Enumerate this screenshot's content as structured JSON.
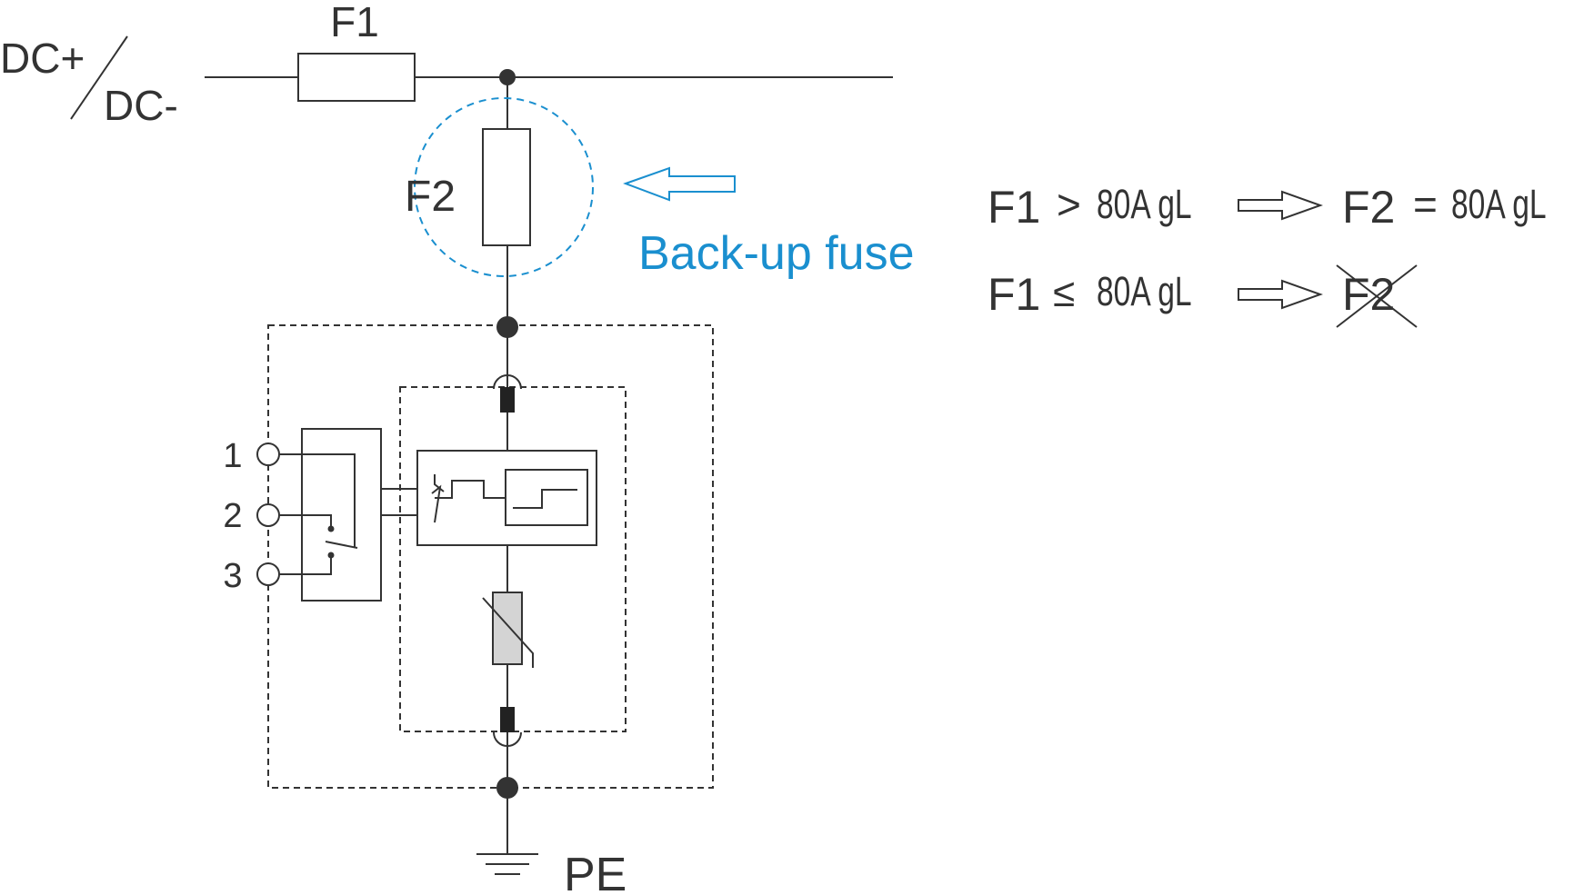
{
  "colors": {
    "line": "#333333",
    "accent": "#1a8fcf",
    "varistor_fill": "#d4d4d4",
    "background": "#ffffff"
  },
  "labels": {
    "dc_plus": "DC+",
    "dc_minus": "DC-",
    "fuse_f1": "F1",
    "fuse_f2": "F2",
    "backup_fuse": "Back-up fuse",
    "pe": "PE",
    "terminal_1": "1",
    "terminal_2": "2",
    "terminal_3": "3"
  },
  "rules": [
    {
      "left_fuse": "F1",
      "operator": ">",
      "left_rating": "80A gL",
      "result_fuse": "F2",
      "result_operator": "=",
      "result_rating": "80A gL",
      "result_crossed": false
    },
    {
      "left_fuse": "F1",
      "operator": "≤",
      "left_rating": "80A gL",
      "result_fuse": "F2",
      "result_operator": "",
      "result_rating": "",
      "result_crossed": true
    }
  ],
  "icons": {
    "f2_pointer": "arrow-left-icon",
    "implies": "implies-arrow-icon",
    "ground": "ground-icon",
    "not_required": "cross-out-icon"
  }
}
